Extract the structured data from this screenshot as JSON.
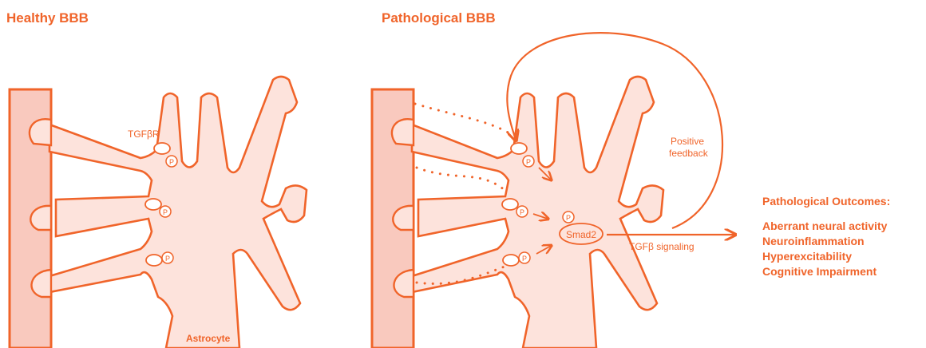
{
  "titles": {
    "healthy": "Healthy BBB",
    "pathological": "Pathological BBB"
  },
  "labels": {
    "receptor": "TGFβR",
    "phospho": "P",
    "astrocyte": "Astrocyte",
    "smad": "Smad2",
    "feedback_line1": "Positive",
    "feedback_line2": "feedback",
    "signaling": "TGFβ signaling"
  },
  "outcomes": {
    "heading": "Pathological Outcomes:",
    "items": [
      "Aberrant neural activity",
      "Neuroinflammation",
      "Hyperexcitability",
      "Cognitive Impairment"
    ]
  },
  "colors": {
    "accent": "#f0642a",
    "fill": "#fde3dc",
    "vessel": "#f9c9be"
  }
}
